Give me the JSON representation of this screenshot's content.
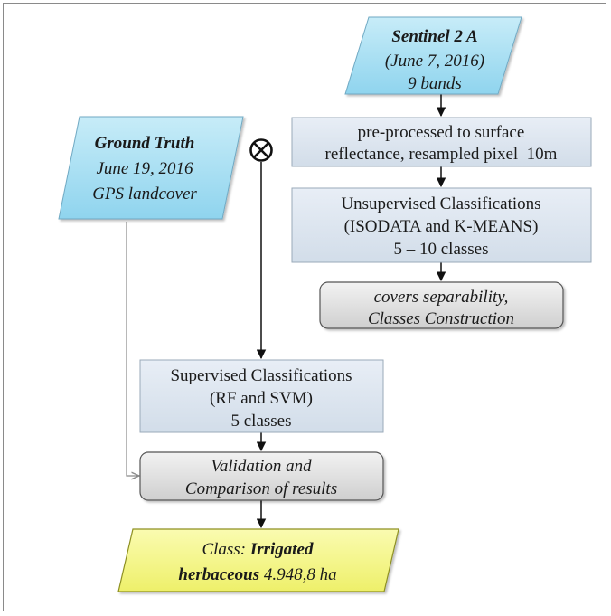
{
  "sentinel": {
    "title": "Sentinel 2 A",
    "date": "(June 7, 2016)",
    "bands": "9 bands"
  },
  "ground_truth": {
    "title": "Ground Truth",
    "date": "June 19, 2016",
    "source": "GPS landcover"
  },
  "preprocess": {
    "line1": "pre-processed to surface",
    "line2": "reflectance, resampled pixel  10m"
  },
  "unsupervised": {
    "line1": "Unsupervised Classifications",
    "line2": "(ISODATA and K-MEANS)",
    "line3": "5 – 10 classes"
  },
  "separability": {
    "line1": "covers separability,",
    "line2": "Classes Construction"
  },
  "supervised": {
    "line1": "Supervised Classifications",
    "line2": "(RF and SVM)",
    "line3": "5 classes"
  },
  "validation": {
    "line1": "Validation and",
    "line2": "Comparison of results"
  },
  "result": {
    "prefix": "Class: ",
    "bold1": "Irrigated",
    "bold2": "herbaceous",
    "value": " 4.948,8 ha"
  },
  "colors": {
    "parallelogram_fill": "#9fdcf0",
    "process_fill": "#dce6f0",
    "rounded_fill": "#dcdcdc",
    "result_fill": "#f6f784"
  }
}
